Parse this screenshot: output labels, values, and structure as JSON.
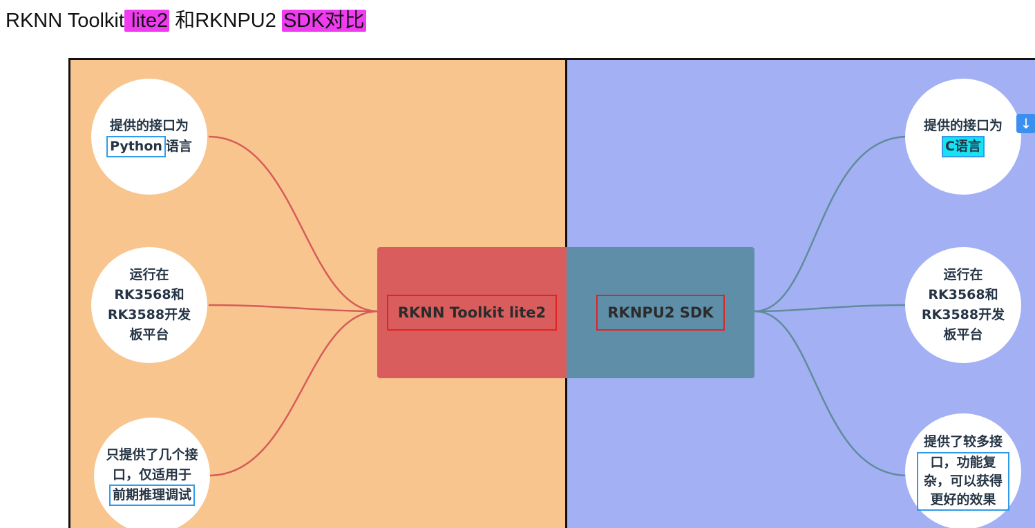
{
  "title": {
    "part1": "RKNN Toolkit",
    "hl1": " lite2",
    "part2": " 和RKNPU2 ",
    "hl2": "SDK对比"
  },
  "colors": {
    "left_panel": "#f8c58f",
    "right_panel": "#a3b0f4",
    "left_node": "#da5d5d",
    "right_node": "#5f8fa8",
    "left_connector": "#d65c58",
    "right_connector": "#5f8c9a",
    "highlight_magenta": "#f03cf0",
    "highlight_cyan": "#15e2f2",
    "annotation_box_red": "#e32222",
    "annotation_box_blue": "#2f9bea"
  },
  "left": {
    "central": "RKNN Toolkit lite2",
    "nodes": [
      {
        "pre": "提供的接口为",
        "boxed": "Python",
        "post": "语言"
      },
      {
        "line1": "运行在",
        "line2": "RK3568和",
        "line3": "RK3588开发",
        "line4": "板平台"
      },
      {
        "pre": "只提供了几个接口，仅适用于",
        "boxed": "前期推理调试"
      }
    ]
  },
  "right": {
    "central": "RKNPU2 SDK",
    "nodes": [
      {
        "pre": "提供的接口为",
        "boxed": "C语言"
      },
      {
        "line1": "运行在",
        "line2": "RK3568和",
        "line3": "RK3588开发",
        "line4": "板平台"
      },
      {
        "pre": "提供了较多接",
        "boxed": "口，功能复杂，可以获得更好的效果"
      }
    ]
  },
  "icons": {
    "download": "download-arrow-icon"
  }
}
